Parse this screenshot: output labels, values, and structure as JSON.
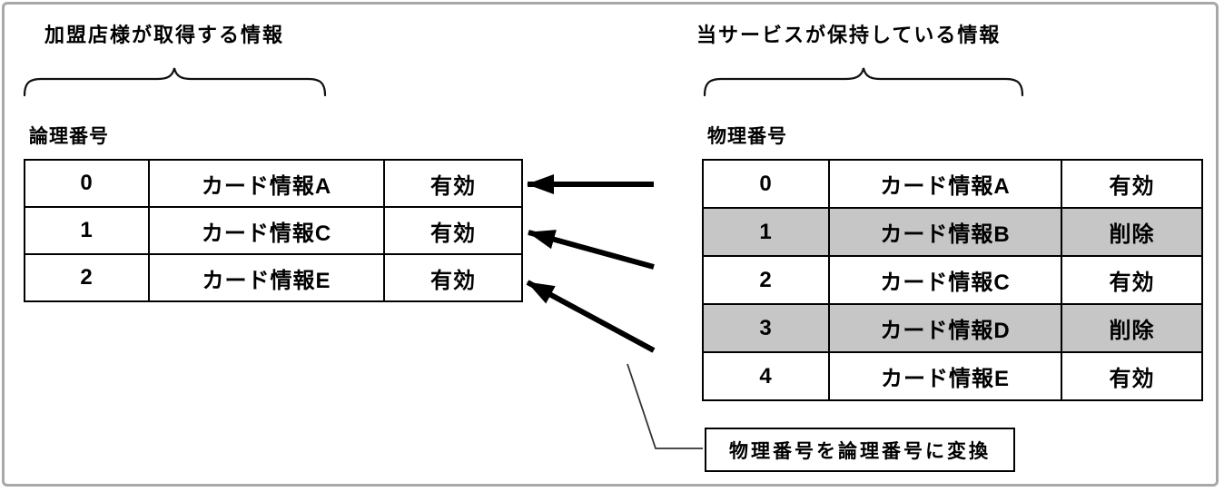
{
  "diagram": {
    "left_section": {
      "header": "加盟店様が取得する情報",
      "table_label": "論理番号",
      "rows": [
        {
          "number": "0",
          "info": "カード情報A",
          "status": "有効",
          "deleted": false
        },
        {
          "number": "1",
          "info": "カード情報C",
          "status": "有効",
          "deleted": false
        },
        {
          "number": "2",
          "info": "カード情報E",
          "status": "有効",
          "deleted": false
        }
      ]
    },
    "right_section": {
      "header": "当サービスが保持している情報",
      "table_label": "物理番号",
      "rows": [
        {
          "number": "0",
          "info": "カード情報A",
          "status": "有効",
          "deleted": false
        },
        {
          "number": "1",
          "info": "カード情報B",
          "status": "削除",
          "deleted": true
        },
        {
          "number": "2",
          "info": "カード情報C",
          "status": "有効",
          "deleted": false
        },
        {
          "number": "3",
          "info": "カード情報D",
          "status": "削除",
          "deleted": true
        },
        {
          "number": "4",
          "info": "カード情報E",
          "status": "有効",
          "deleted": false
        }
      ]
    },
    "callout_label": "物理番号を論理番号に変換",
    "mappings": [
      {
        "physical": "0",
        "logical": "0"
      },
      {
        "physical": "2",
        "logical": "1"
      },
      {
        "physical": "4",
        "logical": "2"
      }
    ],
    "colors": {
      "deleted_row_bg": "#c6c6c6",
      "table_border": "#000000",
      "frame_border": "#a8a8a8",
      "background": "#ffffff",
      "text": "#000000"
    }
  }
}
